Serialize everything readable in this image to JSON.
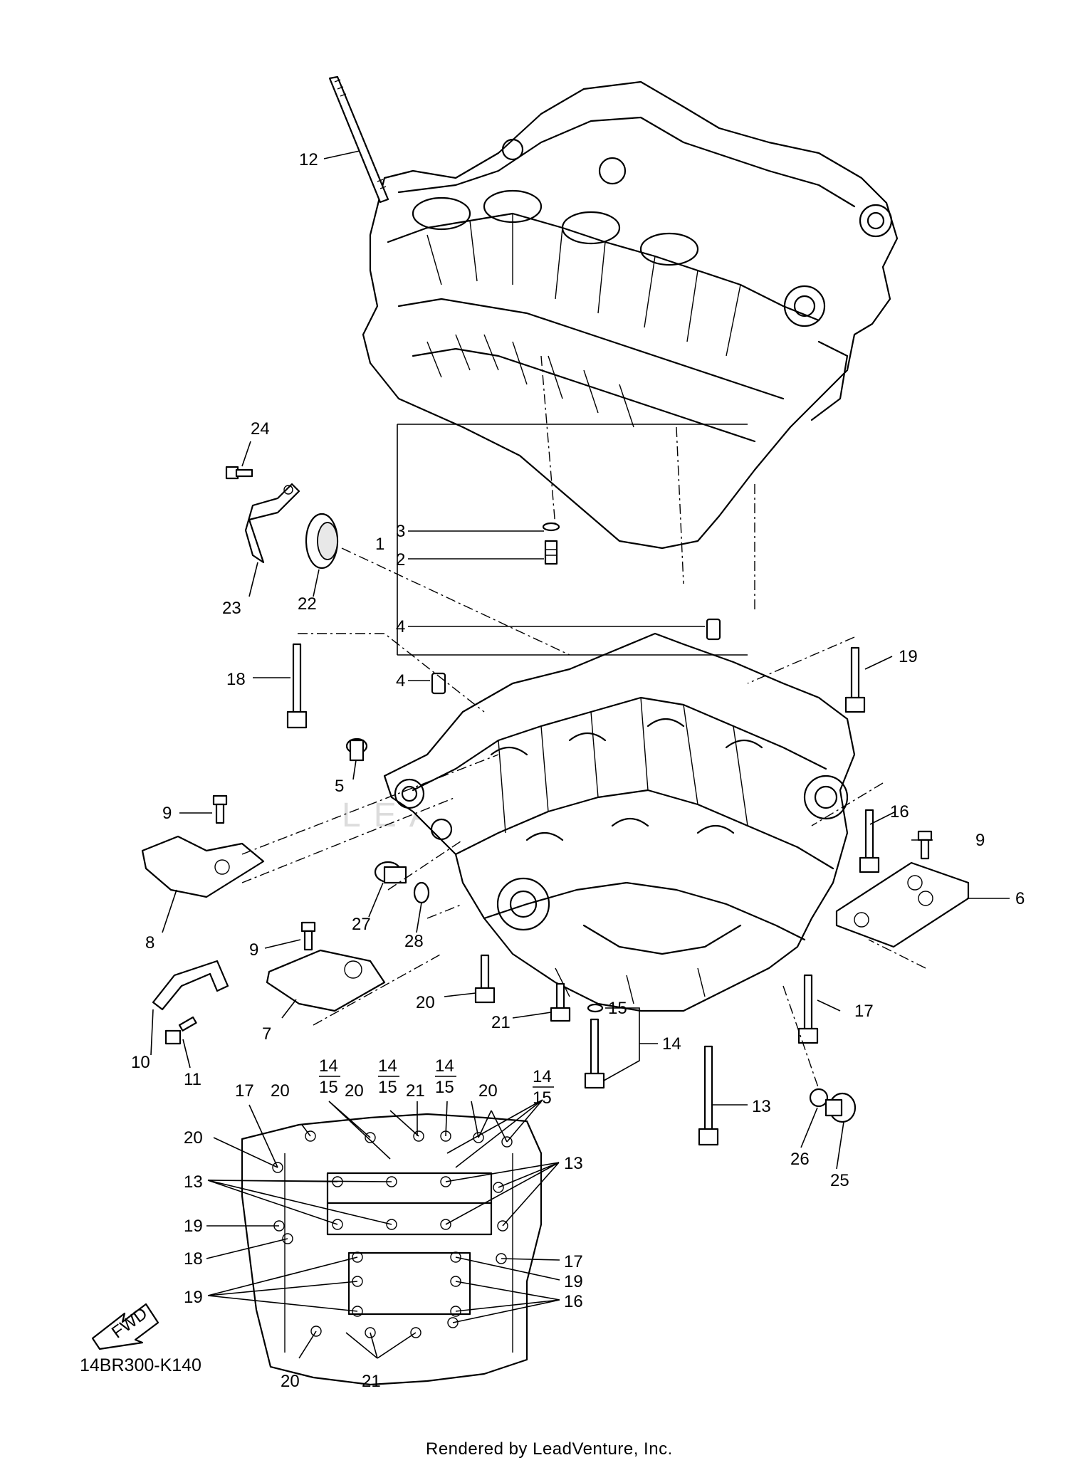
{
  "diagram_code": "14BR300-K140",
  "credit": "Rendered by LeadVenture, Inc.",
  "watermark": "LEADVENTURE",
  "fwd_label": "FWD",
  "labels": [
    {
      "id": "12",
      "text": "12"
    },
    {
      "id": "24",
      "text": "24"
    },
    {
      "id": "23",
      "text": "23"
    },
    {
      "id": "22",
      "text": "22"
    },
    {
      "id": "3",
      "text": "3"
    },
    {
      "id": "2",
      "text": "2"
    },
    {
      "id": "1",
      "text": "1"
    },
    {
      "id": "4a",
      "text": "4"
    },
    {
      "id": "4b",
      "text": "4"
    },
    {
      "id": "18",
      "text": "18"
    },
    {
      "id": "19",
      "text": "19"
    },
    {
      "id": "5",
      "text": "5"
    },
    {
      "id": "9a",
      "text": "9"
    },
    {
      "id": "16",
      "text": "16"
    },
    {
      "id": "9b",
      "text": "9"
    },
    {
      "id": "6",
      "text": "6"
    },
    {
      "id": "8",
      "text": "8"
    },
    {
      "id": "27",
      "text": "27"
    },
    {
      "id": "28",
      "text": "28"
    },
    {
      "id": "9c",
      "text": "9"
    },
    {
      "id": "7",
      "text": "7"
    },
    {
      "id": "10",
      "text": "10"
    },
    {
      "id": "11",
      "text": "11"
    },
    {
      "id": "20a",
      "text": "20"
    },
    {
      "id": "21a",
      "text": "21"
    },
    {
      "id": "15a",
      "text": "15"
    },
    {
      "id": "14a",
      "text": "14"
    },
    {
      "id": "17a",
      "text": "17"
    },
    {
      "id": "13a",
      "text": "13"
    },
    {
      "id": "26",
      "text": "26"
    },
    {
      "id": "25",
      "text": "25"
    },
    {
      "id": "k14a",
      "text": "14"
    },
    {
      "id": "k15a",
      "text": "15"
    },
    {
      "id": "k14b",
      "text": "14"
    },
    {
      "id": "k15b",
      "text": "15"
    },
    {
      "id": "k14c",
      "text": "14"
    },
    {
      "id": "k15c",
      "text": "15"
    },
    {
      "id": "k14d",
      "text": "14"
    },
    {
      "id": "k15d",
      "text": "15"
    },
    {
      "id": "k17",
      "text": "17"
    },
    {
      "id": "k20a",
      "text": "20"
    },
    {
      "id": "k20b",
      "text": "20"
    },
    {
      "id": "k21",
      "text": "21"
    },
    {
      "id": "k20c",
      "text": "20"
    },
    {
      "id": "k20d",
      "text": "20"
    },
    {
      "id": "k13l",
      "text": "13"
    },
    {
      "id": "k13r",
      "text": "13"
    },
    {
      "id": "k19a",
      "text": "19"
    },
    {
      "id": "k18",
      "text": "18"
    },
    {
      "id": "k17b",
      "text": "17"
    },
    {
      "id": "k19b",
      "text": "19"
    },
    {
      "id": "k19c",
      "text": "19"
    },
    {
      "id": "k16",
      "text": "16"
    },
    {
      "id": "k20e",
      "text": "20"
    },
    {
      "id": "k21b",
      "text": "21"
    }
  ]
}
